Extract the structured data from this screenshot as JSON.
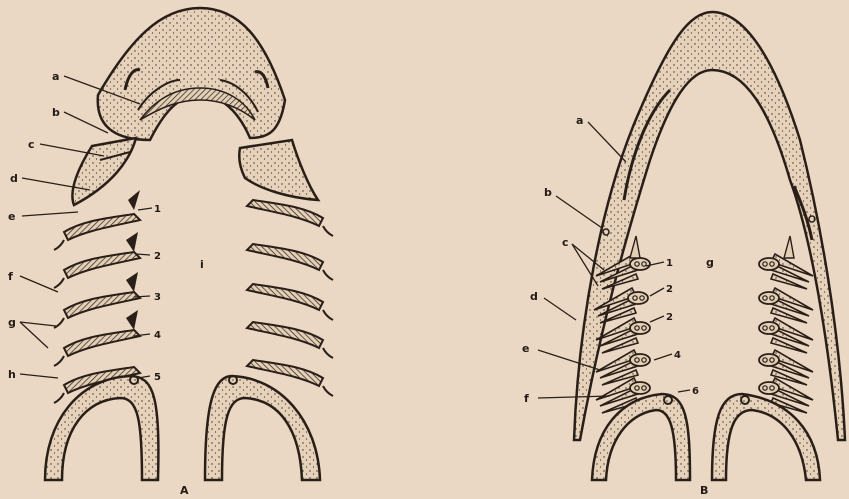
{
  "figure": {
    "panel_a": {
      "panel_label": "A",
      "letter_labels": [
        "a",
        "b",
        "c",
        "d",
        "e",
        "f",
        "g",
        "h"
      ],
      "number_labels": [
        "1",
        "2",
        "3",
        "4",
        "5"
      ],
      "center_label": "i"
    },
    "panel_b": {
      "panel_label": "B",
      "letter_labels": [
        "a",
        "b",
        "c",
        "d",
        "e",
        "f"
      ],
      "number_labels": [
        "1",
        "2",
        "2",
        "4",
        "6"
      ],
      "center_label": "g"
    }
  },
  "colors": {
    "paper": "#ead8c4",
    "ink": "#2a1f18",
    "cartilage_fill": "#e3cfb6"
  }
}
